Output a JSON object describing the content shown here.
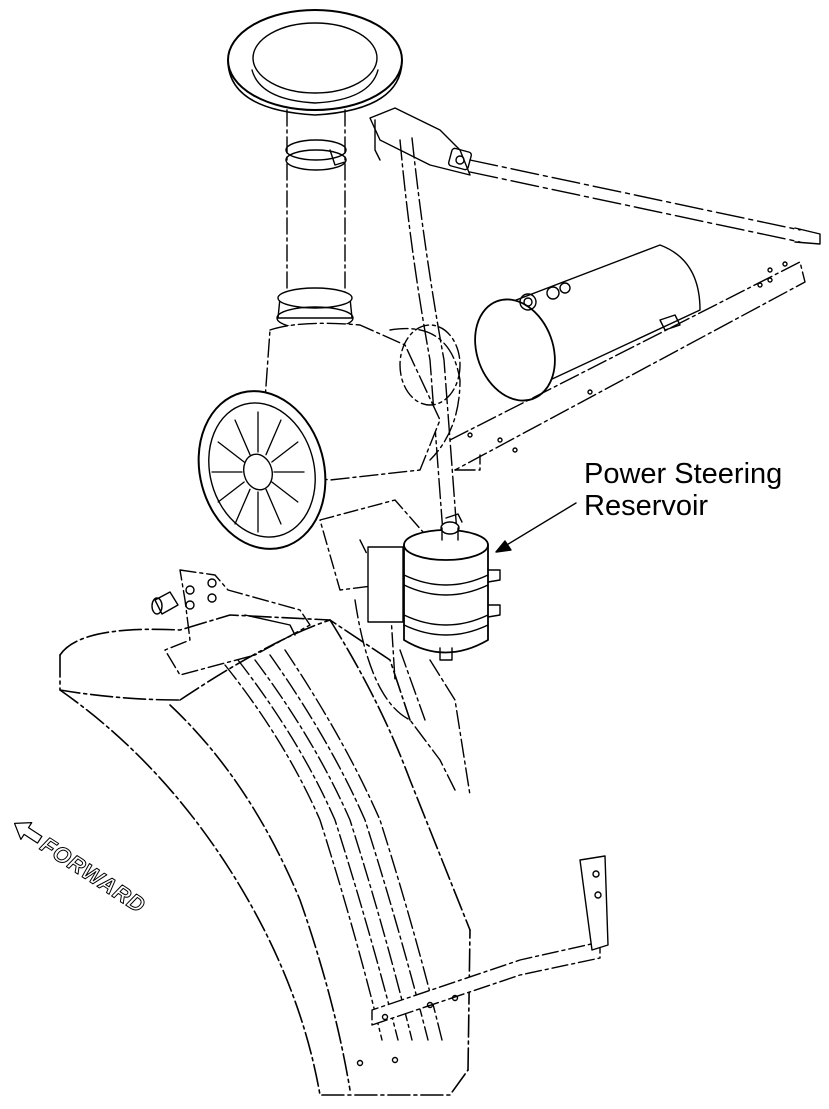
{
  "callout": {
    "line1": "Power Steering",
    "line2": "Reservoir"
  },
  "direction_label": "FORWARD",
  "colors": {
    "ink": "#000000",
    "paper": "#ffffff"
  },
  "icons": {
    "direction": "arrow-left-icon"
  }
}
